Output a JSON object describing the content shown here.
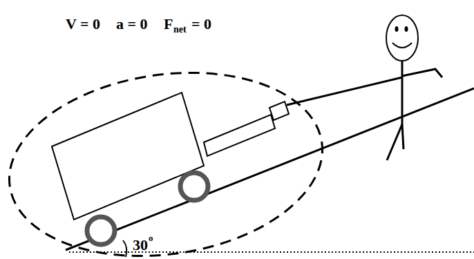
{
  "diagram": {
    "labels": [
      "V = 0",
      "a = 0",
      "F",
      "net",
      "= 0",
      "30",
      "o"
    ]
  }
}
